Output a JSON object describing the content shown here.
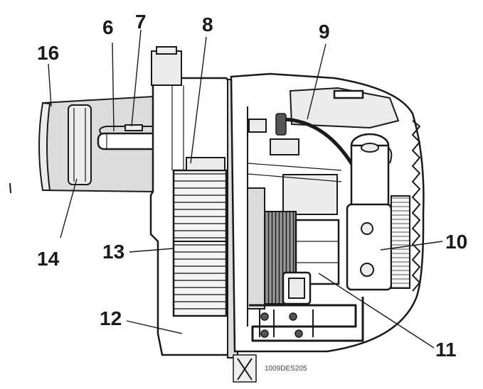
{
  "labels": {
    "l6": "6",
    "l7": "7",
    "l8": "8",
    "l9": "9",
    "l10": "10",
    "l11": "11",
    "l12": "12",
    "l13": "13",
    "l14": "14",
    "l16": "16"
  },
  "image_code": "1009DES205"
}
